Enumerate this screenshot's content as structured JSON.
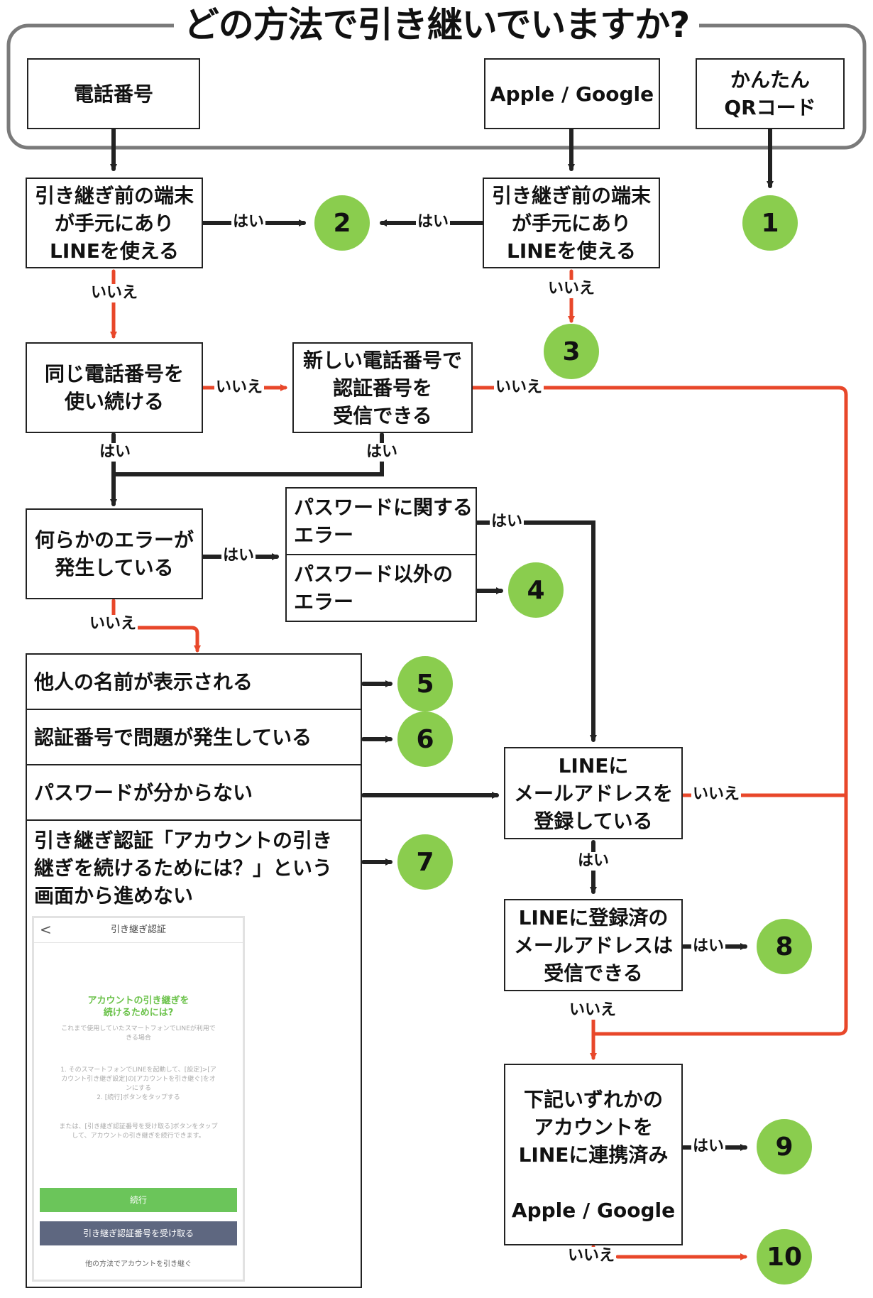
{
  "title": "どの方法で引き継いでいますか?",
  "methods": {
    "phone": "電話番号",
    "apple_google": "Apple / Google",
    "qr": "かんたん\nQRコード"
  },
  "boxes": {
    "old_device_left": "引き継ぎ前の端末\nが手元にあり\nLINEを使える",
    "old_device_right": "引き継ぎ前の端末\nが手元にあり\nLINEを使える",
    "same_number": "同じ電話番号を\n使い続ける",
    "new_number": "新しい電話番号で\n認証番号を\n受信できる",
    "any_error": "何らかのエラーが\n発生している",
    "password_error": "パスワードに関する\nエラー",
    "other_error": "パスワード以外の\nエラー",
    "other_name": "他人の名前が表示される",
    "code_problem": "認証番号で問題が発生している",
    "forgot_password": "パスワードが分からない",
    "transfer_auth": "引き継ぎ認証「アカウントの引き\n継ぎを続けるためには？」という\n画面から進めない",
    "email_registered": "LINEに\nメールアドレスを\n登録している",
    "email_receive": "LINEに登録済の\nメールアドレスは\n受信できる",
    "linked_accounts": "下記いずれかの\nアカウントを\nLINEに連携済み\n\nApple / Google"
  },
  "labels": {
    "yes": "はい",
    "no": "いいえ"
  },
  "results": [
    "1",
    "2",
    "3",
    "4",
    "5",
    "6",
    "7",
    "8",
    "9",
    "10"
  ],
  "phone_screen": {
    "header": "引き継ぎ認証",
    "back": "<",
    "heading": "アカウントの引き継ぎを\n続けるためには?",
    "para1": "これまで使用していたスマートフォンでLINEが利用で\nきる場合",
    "para2": "1. そのスマートフォンでLINEを起動して、[設定]>[ア\nカウント引き継ぎ設定]の[アカウントを引き継ぐ]をオ\nンにする\n2. [続行]ボタンをタップする",
    "para3": "または、[引き継ぎ認証番号を受け取る]ボタンをタップ\nして、アカウントの引き継ぎを続行できます。",
    "btn_continue": "続行",
    "btn_receive": "引き継ぎ認証番号を受け取る",
    "footer": "他の方法でアカウントを引き継ぐ"
  },
  "colors": {
    "accent_green": "#8acd4e",
    "no_arrow": "#e8472a",
    "yes_arrow": "#222222",
    "frame": "#7a7a7a"
  }
}
